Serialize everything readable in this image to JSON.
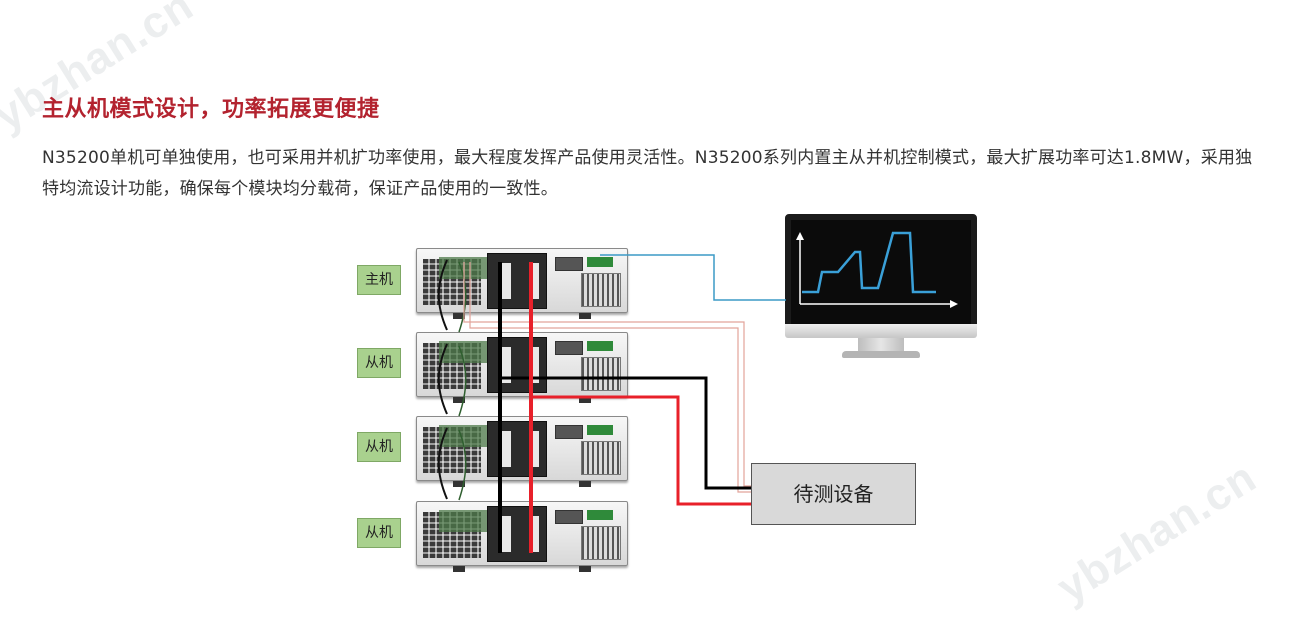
{
  "watermark": "ybzhan.cn",
  "section": {
    "heading": "主从机模式设计，功率拓展更便捷",
    "body": "N35200单机可单独使用，也可采用并机扩功率使用，最大程度发挥产品使用灵活性。N35200系列内置主从并机控制模式，最大扩展功率可达1.8MW，采用独特均流设计功能，确保每个模块均分载荷，保证产品使用的一致性。"
  },
  "diagram": {
    "units": [
      {
        "label": "主机"
      },
      {
        "label": "从机"
      },
      {
        "label": "从机"
      },
      {
        "label": "从机"
      }
    ],
    "dut_label": "待测设备",
    "colors": {
      "positive_wire": "#e8202a",
      "negative_wire": "#000000",
      "signal_wire": "#3b9ac6",
      "sense_wire": "#e2a39a",
      "waveform": "#3aa0d8",
      "heading": "#b3232f",
      "unit_label_bg": "#a9d18e"
    }
  }
}
